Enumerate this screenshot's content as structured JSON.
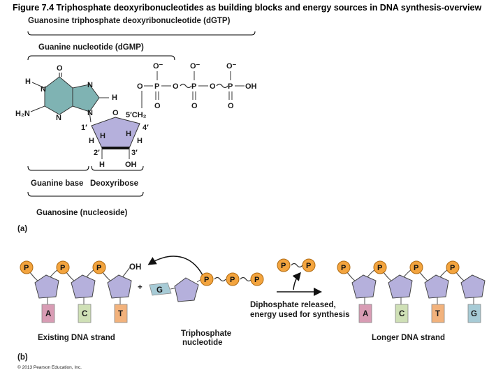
{
  "title": "Figure 7.4 Triphosphate deoxyribonucleotides as building blocks and energy sources in DNA synthesis-overview",
  "part_a": {
    "label": "(a)",
    "dgtp_label": "Guanosine triphosphate deoxyribonucleotide (dGTP)",
    "dgmp_label": "Guanine nucleotide (dGMP)",
    "base_label": "Guanine base",
    "sugar_label": "Deoxyribose",
    "nucleoside_label": "Guanosine (nucleoside)",
    "atoms": {
      "O": "O",
      "H": "H",
      "N": "N",
      "NH2": "H₂N",
      "OH": "OH",
      "O_minus": "O⁻",
      "P": "P",
      "CH2": "5′CH₂",
      "c1": "1′",
      "c2": "2′",
      "c3": "3′",
      "c4": "4′"
    }
  },
  "part_b": {
    "label": "(b)",
    "phosphate": "P",
    "existing_bases": [
      "A",
      "C",
      "T"
    ],
    "incoming_base": "G",
    "longer_bases": [
      "A",
      "C",
      "T",
      "G"
    ],
    "oh_label": "OH",
    "plus": "+",
    "existing_label": "Existing DNA strand",
    "triphosphate_label_1": "Triphosphate",
    "triphosphate_label_2": "nucleotide",
    "released_label_1": "Diphosphate released,",
    "released_label_2": "energy used for synthesis",
    "longer_label": "Longer DNA strand"
  },
  "copyright": "© 2013 Pearson Education, Inc.",
  "colors": {
    "guanine": "#7fb3b3",
    "deoxyribose": "#b5b0dc",
    "phosphate": "#f3a43e",
    "base_A": "#d89cb4",
    "base_C": "#cfe0b6",
    "base_T": "#f2b27c",
    "base_G": "#a7cbd6"
  }
}
